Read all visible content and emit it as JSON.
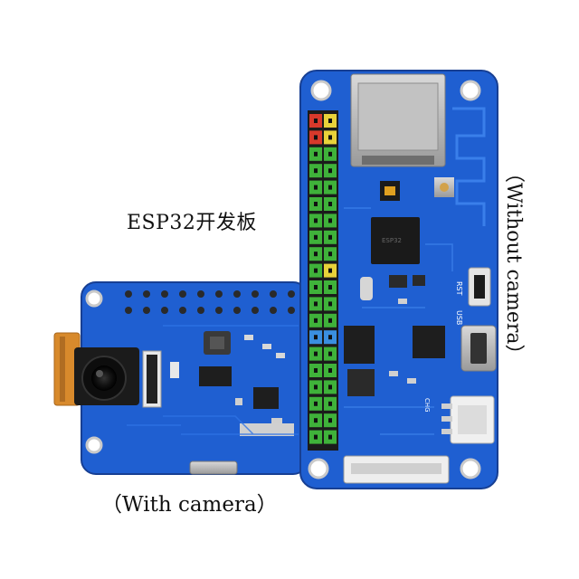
{
  "labels": {
    "title": "ESP32开发板",
    "with_camera": "（With camera）",
    "without_camera": "（Without camera）"
  },
  "board_silkscreen": {
    "rst": "RST",
    "usb": "USB",
    "chg": "CHG"
  },
  "colors": {
    "pcb_blue": "#1f5fd1",
    "pcb_dark": "#1a48a8",
    "header_green": "#3fb23a",
    "header_red": "#d8392b",
    "header_yellow": "#e8d23a",
    "header_blue": "#3a8fe0",
    "sd_slot_metal": "#b8b8b8",
    "camera_flex": "#d88a2c"
  },
  "icons": [
    "camera-module-icon",
    "sd-card-slot-icon",
    "usb-port-icon",
    "battery-connector-icon",
    "antenna-icon"
  ]
}
